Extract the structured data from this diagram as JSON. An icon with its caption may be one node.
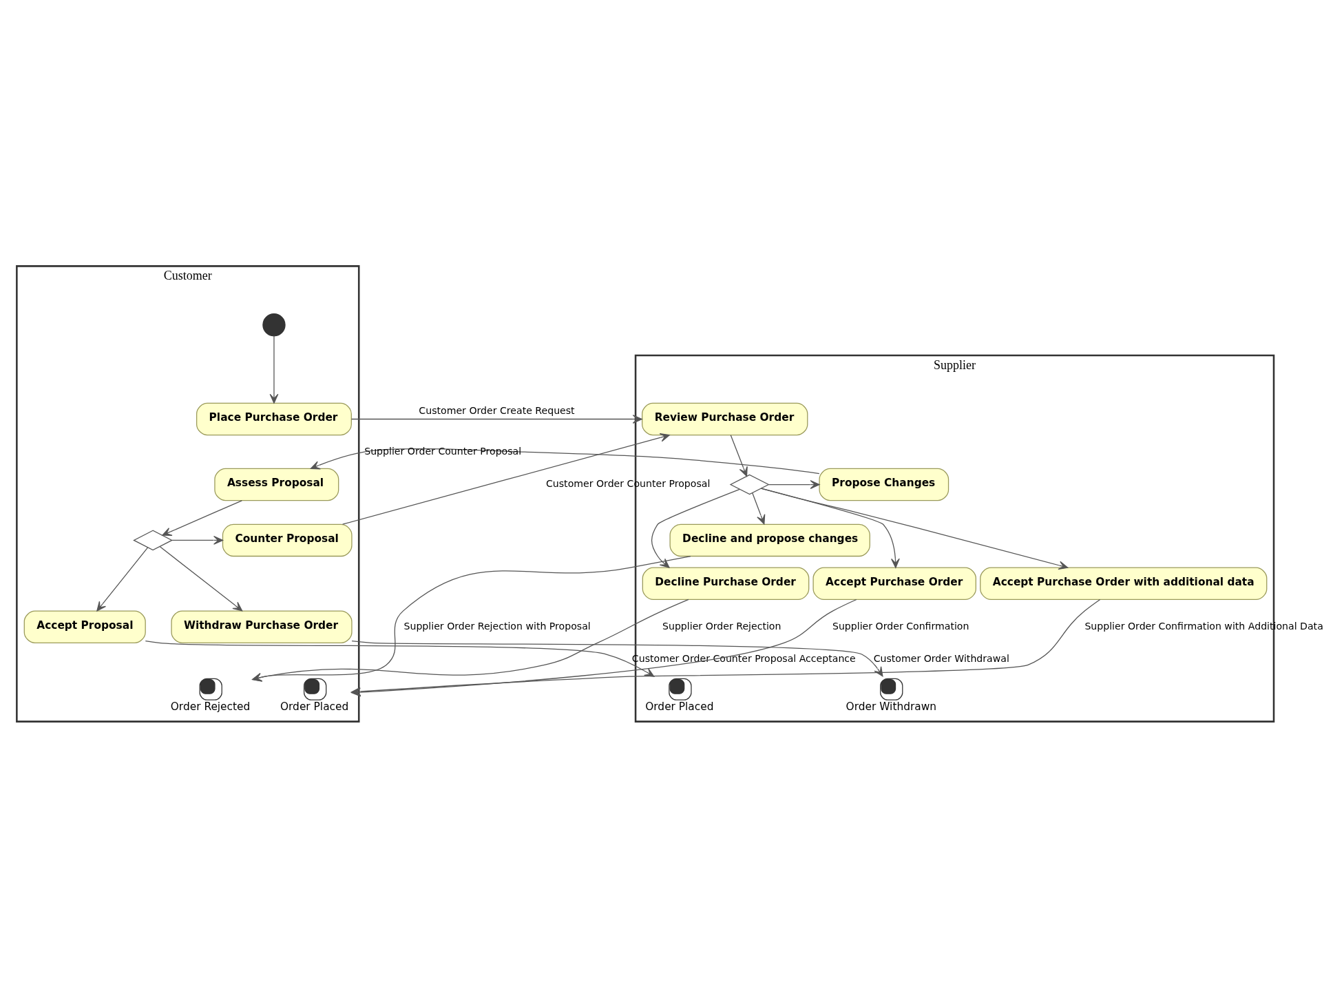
{
  "diagram": {
    "nodes": [
      {
        "text": [
          "Customer"
        ]
      },
      {
        "text": [
          "Supplier"
        ]
      },
      {
        "text": [],
        "shape": "circle",
        "in": 0
      },
      {
        "text": [
          "Place Purchase Order"
        ],
        "in": 0
      },
      {
        "text": [
          "Review Purchase Order"
        ],
        "in": 1
      },
      {
        "text": [
          "Assess Proposal"
        ],
        "in": 0
      },
      {
        "text": [
          "Propose Changes"
        ],
        "in": 1
      },
      {
        "text": [],
        "shape": "diamond",
        "in": 1
      },
      {
        "text": [],
        "shape": "diamond",
        "in": 0
      },
      {
        "text": [
          "Counter Proposal"
        ],
        "in": 0
      },
      {
        "text": [
          "Accept Proposal"
        ],
        "in": 0
      },
      {
        "text": [
          "Accept Purchase Order"
        ],
        "in": 1
      },
      {
        "text": [
          "Accept Purchase Order with additional data"
        ],
        "in": 1
      },
      {
        "text": [
          "Decline Purchase Order"
        ],
        "in": 1
      },
      {
        "text": [
          "Decline and propose changes"
        ],
        "in": 1
      },
      {
        "text": [
          "Withdraw Purchase Order"
        ],
        "in": 0
      },
      {
        "text": [],
        "shape": "circle",
        "in": 0,
        "beside": [
          "Order Placed"
        ]
      },
      {
        "text": [],
        "shape": "circle",
        "in": 0,
        "beside": [
          "Order Rejected"
        ]
      },
      {
        "text": [],
        "shape": "circle",
        "in": 1,
        "beside": [
          "Order Withdrawn"
        ]
      },
      {
        "text": [],
        "shape": "circle",
        "in": 1,
        "beside": [
          "Order Placed"
        ]
      }
    ],
    "edges": [
      {
        "from": 2,
        "to": 3,
        "arrow": "to"
      },
      {
        "from": 3,
        "to": 4,
        "arrow": "to",
        "label": "Customer Order Create Request"
      },
      {
        "from": 4,
        "to": 7,
        "arrow": "to"
      },
      {
        "from": 7,
        "to": 6,
        "arrow": "to"
      },
      {
        "from": 6,
        "to": 5,
        "arrow": "to",
        "label": "Supplier Order Counter Proposal"
      },
      {
        "from": 5,
        "to": 8,
        "arrow": "to"
      },
      {
        "from": 8,
        "to": 9,
        "arrow": "to"
      },
      {
        "from": 8,
        "to": 10,
        "arrow": "to"
      },
      {
        "from": 8,
        "to": 15,
        "arrow": "to"
      },
      {
        "from": 9,
        "to": 4,
        "arrow": "to",
        "label": "Customer Order Counter Proposal"
      },
      {
        "from": 10,
        "to": 19,
        "arrow": "to",
        "label": "Customer Order Counter Proposal Acceptance"
      },
      {
        "from": 7,
        "to": 11,
        "arrow": "to"
      },
      {
        "from": 7,
        "to": 12,
        "arrow": "to"
      },
      {
        "from": 7,
        "to": 13,
        "arrow": "to"
      },
      {
        "from": 7,
        "to": 14,
        "arrow": "to"
      },
      {
        "from": 11,
        "to": 16,
        "arrow": "to",
        "label": "Supplier Order Confirmation"
      },
      {
        "from": 12,
        "to": 16,
        "arrow": "to",
        "label": "Supplier Order Confirmation with Additional Data"
      },
      {
        "from": 13,
        "to": 17,
        "arrow": "to",
        "label": "Supplier Order Rejection"
      },
      {
        "from": 14,
        "to": 17,
        "arrow": "to",
        "label": "Supplier Order Rejection with Proposal"
      },
      {
        "from": 15,
        "to": 18,
        "arrow": "to",
        "label": "Customer Order Withdrawal"
      }
    ]
  }
}
